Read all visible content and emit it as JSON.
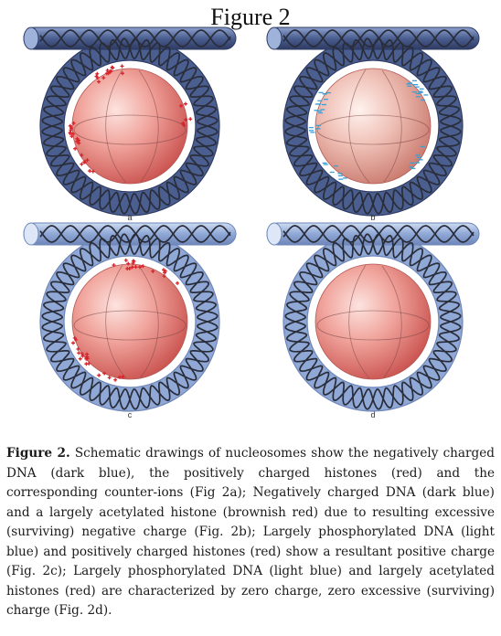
{
  "figure_title": "Figure 2",
  "panels": [
    {
      "letter": "a",
      "dna": "dark",
      "histone": "red",
      "charges": "plus-red"
    },
    {
      "letter": "b",
      "dna": "dark",
      "histone": "brownish",
      "charges": "minus-blue"
    },
    {
      "letter": "c",
      "dna": "light",
      "histone": "red",
      "charges": "plus-red"
    },
    {
      "letter": "d",
      "dna": "light",
      "histone": "red",
      "charges": "none"
    }
  ],
  "colors": {
    "dna_dark": "#4a5e90",
    "dna_light": "#8fa8d6",
    "helix": "#2a2d3a",
    "histone_red": "#e2807a",
    "histone_brownish": "#e8a69a",
    "charge_plus": "#d6232a",
    "charge_minus": "#3aa0d8"
  },
  "caption": {
    "label": "Figure 2.",
    "text": " Schematic drawings of nucleosomes show the negatively charged DNA (dark blue), the positively charged histones (red) and the corresponding counter-ions (Fig 2a); Negatively charged DNA (dark blue) and a largely acetylated histone (brownish red) due to resulting excessive (surviving) negative charge (Fig. 2b); Largely phosphorylated DNA (light blue) and positively charged histones (red) show a resultant positive charge (Fig. 2c); Largely phosphorylated DNA (light blue) and largely acetylated histones (red) are characterized by zero charge, zero excessive (surviving) charge (Fig. 2d)."
  }
}
